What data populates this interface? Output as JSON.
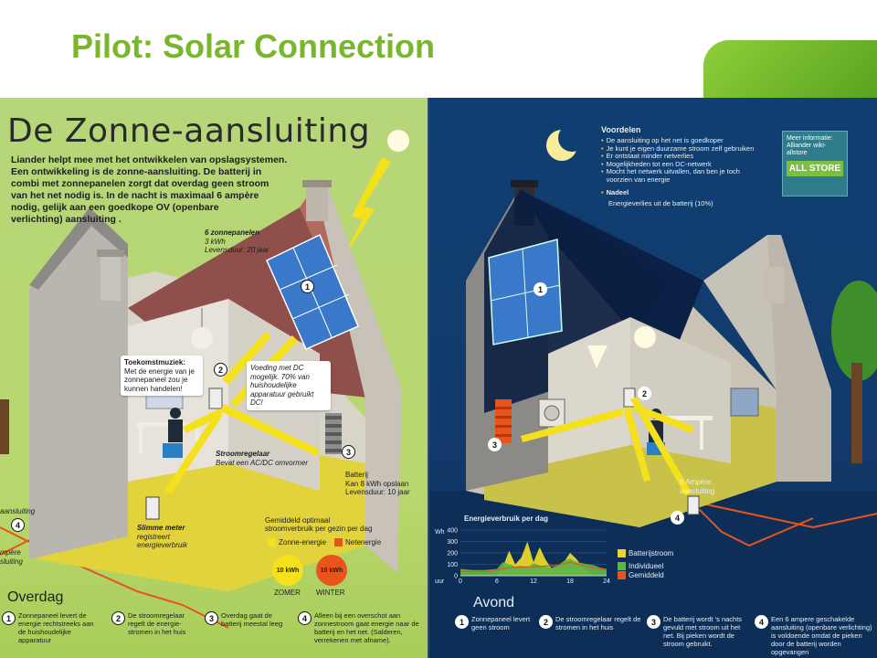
{
  "slide": {
    "title": "Pilot:  Solar Connection"
  },
  "day": {
    "title": "De Zonne-aansluiting",
    "intro_lines": [
      "Liander helpt mee met het ontwikkelen van opslagsystemen.",
      "Een ontwikkeling is de zonne-aansluiting. De batterij in",
      "combi met zonnepanelen zorgt dat overdag geen stroom",
      "van het net nodig is. In de nacht is maximaal 6 ampère",
      "nodig, gelijk aan een goedkope OV (openbare",
      "verlichting) aansluiting ."
    ],
    "panels_label": {
      "title": "6 zonnepanelen",
      "line1": "3 kWh",
      "line2": "Levensduur: 20 jaar"
    },
    "toekomst": {
      "title": "Toekomstmuziek:",
      "text": "Met de energie van je zonnepaneel zou je kunnen handelen!"
    },
    "voeding": "Voeding met DC mogelijk. 70% van huishoudelijke apparatuur gebruikt DC!",
    "regelaar": {
      "title": "Stroomregelaar",
      "text": "Bevat een AC/DC omvormer"
    },
    "batterij": {
      "title": "Batterij",
      "line1": "Kan 8 kWh opslaan",
      "line2": "Levensduur: 10 jaar"
    },
    "meter": {
      "title": "Slimme meter",
      "line1": "registreert",
      "line2": "energieverbruik"
    },
    "aansluiting_left": "aansluiting",
    "ampere_left": {
      "line1": "mpère",
      "line2": "sluiting"
    },
    "avg": {
      "line1": "Gemiddeld optimaal",
      "line2": "stroomverbruik per gezin per dag"
    },
    "legend": {
      "zon": "Zonne-energie",
      "net": "Netenergie"
    },
    "kwh_label": "10 kWh",
    "zomer": "ZOMER",
    "winter": "WINTER",
    "section": "Overdag",
    "steps": [
      {
        "n": "1",
        "text": "Zonnepaneel levert de energie rechtstreeks aan de huishoudelijke apparatuur"
      },
      {
        "n": "2",
        "text": "De stroomregelaar regelt de energie-stromen in het huis"
      },
      {
        "n": "3",
        "text": "Overdag gaat de batterij meestal leeg"
      },
      {
        "n": "4",
        "text": "Alleen bij een overschot aan zonnestroom gaat energie naar de batterij en het net. (Salderen, verrekenen met afname)."
      }
    ],
    "markers": [
      "1",
      "2",
      "3",
      "4"
    ]
  },
  "night": {
    "voordelen": {
      "title": "Voordelen",
      "items": [
        "De aansluiting op het net is goedkoper",
        "Je kunt je eigen duurzame stroom zelf gebruiken",
        "Er ontstaat minder netverlies",
        "Mogelijkheden tot een DC-netwerk",
        "Mocht het netwerk uitvallen, dan ben je toch voorzien van energie"
      ],
      "nadeel_title": "Nadeel",
      "nadeel_text": "Energieverlies uit de batterij (10%)"
    },
    "info": {
      "line1": "Meer informatie:",
      "line2": "Alliander wiki-",
      "line3": "allstore",
      "logo": "ALL STORE"
    },
    "ampere_label": {
      "line1": "6 Ampère",
      "line2": "aansluiting"
    },
    "section": "Avond",
    "steps": [
      {
        "n": "1",
        "text": "Zonnepaneel levert geen stroom"
      },
      {
        "n": "2",
        "text": "De stroomregelaar regelt de stromen in het huis"
      },
      {
        "n": "3",
        "text": "De batterij wordt 's nachts gevuld met stroom uit het net. Bij pieken wordt de stroom gebruikt."
      },
      {
        "n": "4",
        "text": "Een 6 ampere geschakelde aansluiting (openbare verlichting) is voldoende omdat de pieken door de batterij worden opgevangen"
      }
    ],
    "markers": [
      "1",
      "2",
      "3",
      "4"
    ],
    "chart_title": "Energieverbruik per dag",
    "chart_legend": {
      "batterij": "Batterijstroom",
      "individueel": "Individueel",
      "gemiddeld": "Gemiddeld"
    }
  },
  "chart_data": {
    "type": "area",
    "title": "Energieverbruik per dag",
    "ylabel": "Wh",
    "xlabel": "uur",
    "x_ticks": [
      "0",
      "6",
      "12",
      "18",
      "24"
    ],
    "y_ticks": [
      "0",
      "100",
      "200",
      "300",
      "400"
    ],
    "ylim": [
      0,
      400
    ],
    "xlim": [
      0,
      24
    ],
    "series": [
      {
        "name": "Batterijstroom",
        "x": [
          0,
          6,
          7,
          8,
          9,
          10,
          11,
          12,
          13,
          14,
          15,
          16,
          17,
          18,
          19,
          20,
          21,
          22,
          24
        ],
        "y": [
          0,
          0,
          80,
          220,
          100,
          160,
          300,
          120,
          250,
          140,
          60,
          80,
          120,
          200,
          150,
          80,
          40,
          0,
          0
        ]
      },
      {
        "name": "Individueel",
        "x": [
          0,
          2,
          4,
          6,
          7,
          8,
          9,
          10,
          11,
          12,
          13,
          14,
          15,
          16,
          17,
          18,
          19,
          20,
          21,
          22,
          23,
          24
        ],
        "y": [
          60,
          50,
          50,
          60,
          120,
          100,
          80,
          90,
          70,
          110,
          90,
          80,
          70,
          90,
          130,
          150,
          120,
          110,
          100,
          90,
          70,
          60
        ]
      },
      {
        "name": "Gemiddeld",
        "x": [
          0,
          4,
          8,
          12,
          16,
          18,
          20,
          24
        ],
        "y": [
          40,
          35,
          70,
          80,
          90,
          120,
          90,
          50
        ]
      }
    ],
    "colors": {
      "Batterijstroom": "#e8d72a",
      "Individueel": "#5fb546",
      "Gemiddeld": "#e05a1e"
    }
  }
}
